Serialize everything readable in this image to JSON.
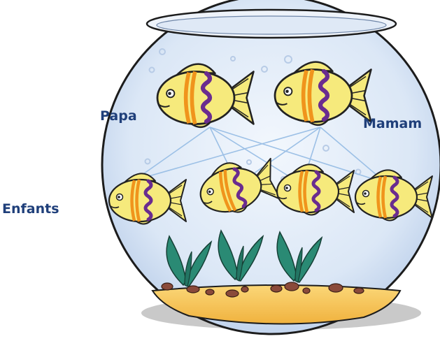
{
  "labels": {
    "parent_father": "Papa",
    "parent_mother": "Mamam",
    "children": "Enfants"
  },
  "colors": {
    "water": "#d9e6f5",
    "water_edge": "#1c1c1c",
    "fish_body": "#f6ea7c",
    "fish_stripe_orange": "#f0941c",
    "fish_stripe_purple": "#6a2c8f",
    "sand": "#f6c35a",
    "plant": "#2a8a74",
    "rock": "#8a4a3a",
    "link_line": "#9cc0e6",
    "label_text": "#1f3f7a"
  },
  "diagram": {
    "parents": [
      "Papa",
      "Mamam"
    ],
    "children_count": 4,
    "links": [
      [
        "Papa",
        "child-1"
      ],
      [
        "Papa",
        "child-2"
      ],
      [
        "Papa",
        "child-3"
      ],
      [
        "Papa",
        "child-4"
      ],
      [
        "Mamam",
        "child-1"
      ],
      [
        "Mamam",
        "child-2"
      ],
      [
        "Mamam",
        "child-3"
      ],
      [
        "Mamam",
        "child-4"
      ]
    ]
  }
}
